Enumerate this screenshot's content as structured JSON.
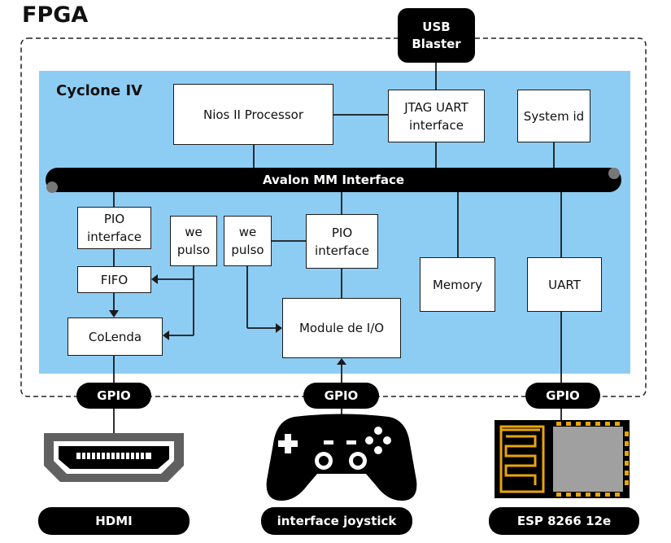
{
  "title": "FPGA",
  "chip": "Cyclone IV",
  "usb": {
    "line1": "USB",
    "line2": "Blaster"
  },
  "bus_label": "Avalon MM Interface",
  "blocks": {
    "nios": "Nios II Processor",
    "jtag_line1": "JTAG UART",
    "jtag_line2": "interface",
    "sysid": "System id",
    "pio_left_line1": "PIO",
    "pio_left_line2": "interface",
    "we_pulso_a_line1": "we",
    "we_pulso_a_line2": "pulso",
    "we_pulso_b_line1": "we",
    "we_pulso_b_line2": "pulso",
    "pio_mid_line1": "PIO",
    "pio_mid_line2": "interface",
    "fifo": "FIFO",
    "colenda": "CoLenda",
    "module_io": "Module de I/O",
    "memory": "Memory",
    "uart": "UART"
  },
  "gpio": [
    "GPIO",
    "GPIO",
    "GPIO"
  ],
  "devices": [
    "HDMI",
    "interface joystick",
    "ESP 8266 12e"
  ],
  "colors": {
    "chip_fill": "#8ecdf3",
    "black": "#000000",
    "line": "#1a1a1a"
  }
}
